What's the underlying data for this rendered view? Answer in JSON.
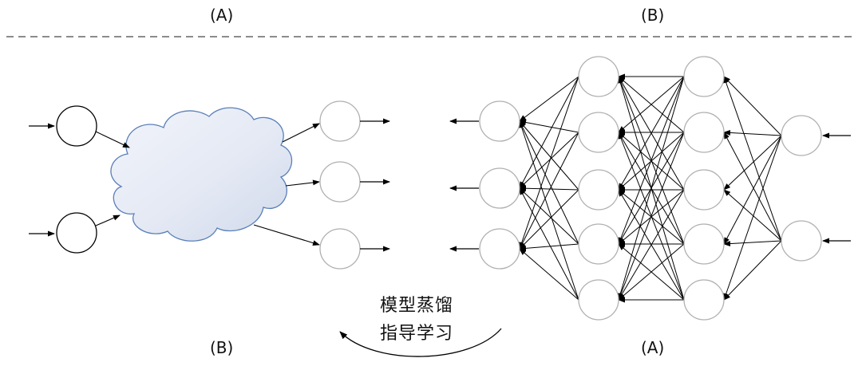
{
  "labels": {
    "top_left": "(A)",
    "top_right": "(B)",
    "bottom_left": "(B)",
    "bottom_right": "(A)"
  },
  "caption": {
    "line1": "模型蒸馏",
    "line2": "指导学习"
  },
  "colors": {
    "line": "#000000",
    "student_node": "#b0b0b0",
    "cloud_edge": "#5a7fb8",
    "divider": "#666666"
  }
}
